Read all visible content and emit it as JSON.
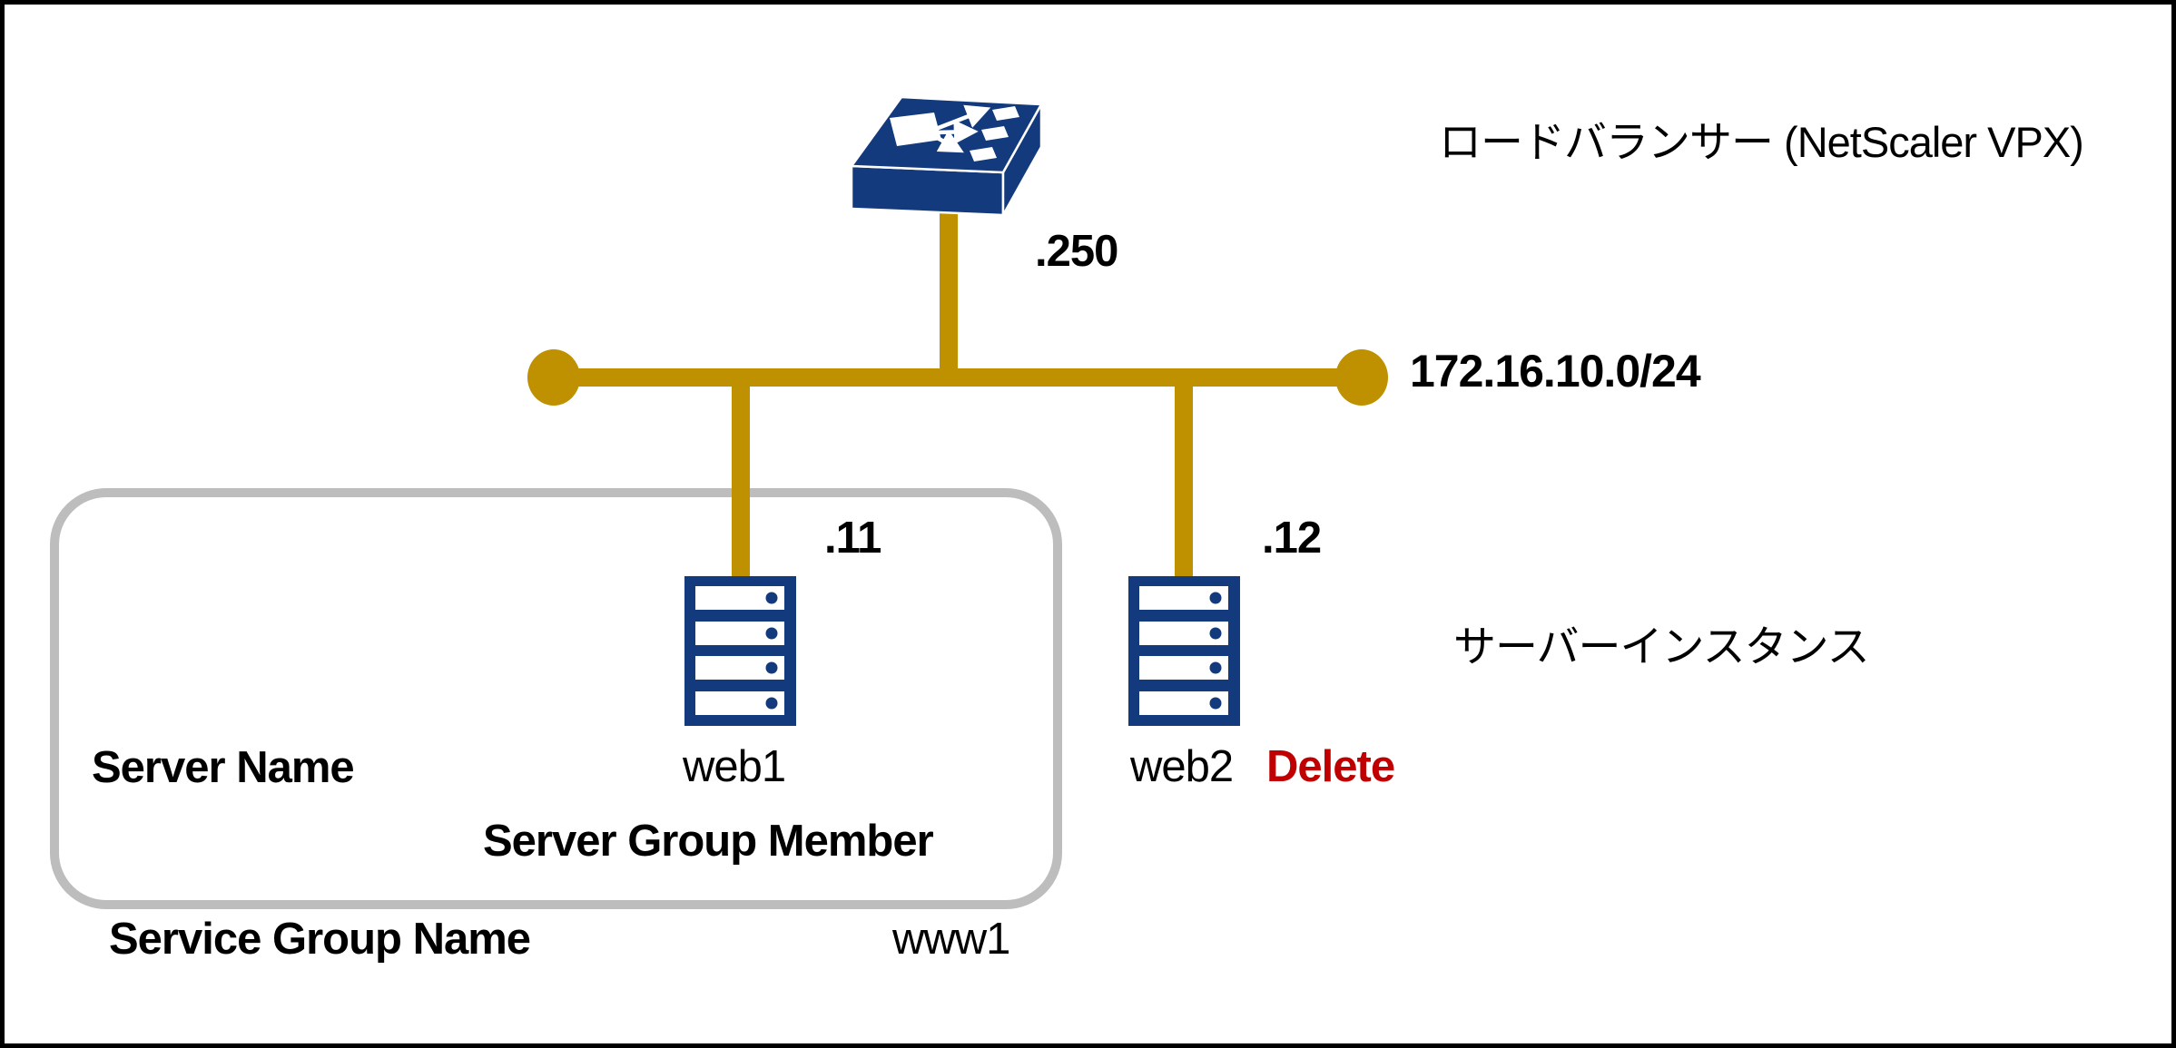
{
  "colors": {
    "device_blue": "#123a7d",
    "wire_gold": "#bf9000",
    "delete_red": "#c00000",
    "group_border_gray": "#bdbdbd",
    "frame_black": "#000000"
  },
  "nodes": {
    "load_balancer": {
      "label": "ロードバランサー (NetScaler VPX)",
      "ip": ".250",
      "icon": "load-balancer-switch-3d"
    },
    "network": {
      "cidr": "172.16.10.0/24"
    },
    "servers": {
      "caption": "サーバーインスタンス",
      "web1": {
        "name": "web1",
        "ip": ".11",
        "icon": "server-rack"
      },
      "web2": {
        "name": "web2",
        "ip": ".12",
        "action": "Delete",
        "icon": "server-rack"
      }
    }
  },
  "annotations": {
    "server_name_label": "Server Name",
    "server_group_member_label": "Server Group Member",
    "service_group_name_label": "Service Group Name",
    "service_group_name_value": "www1"
  }
}
